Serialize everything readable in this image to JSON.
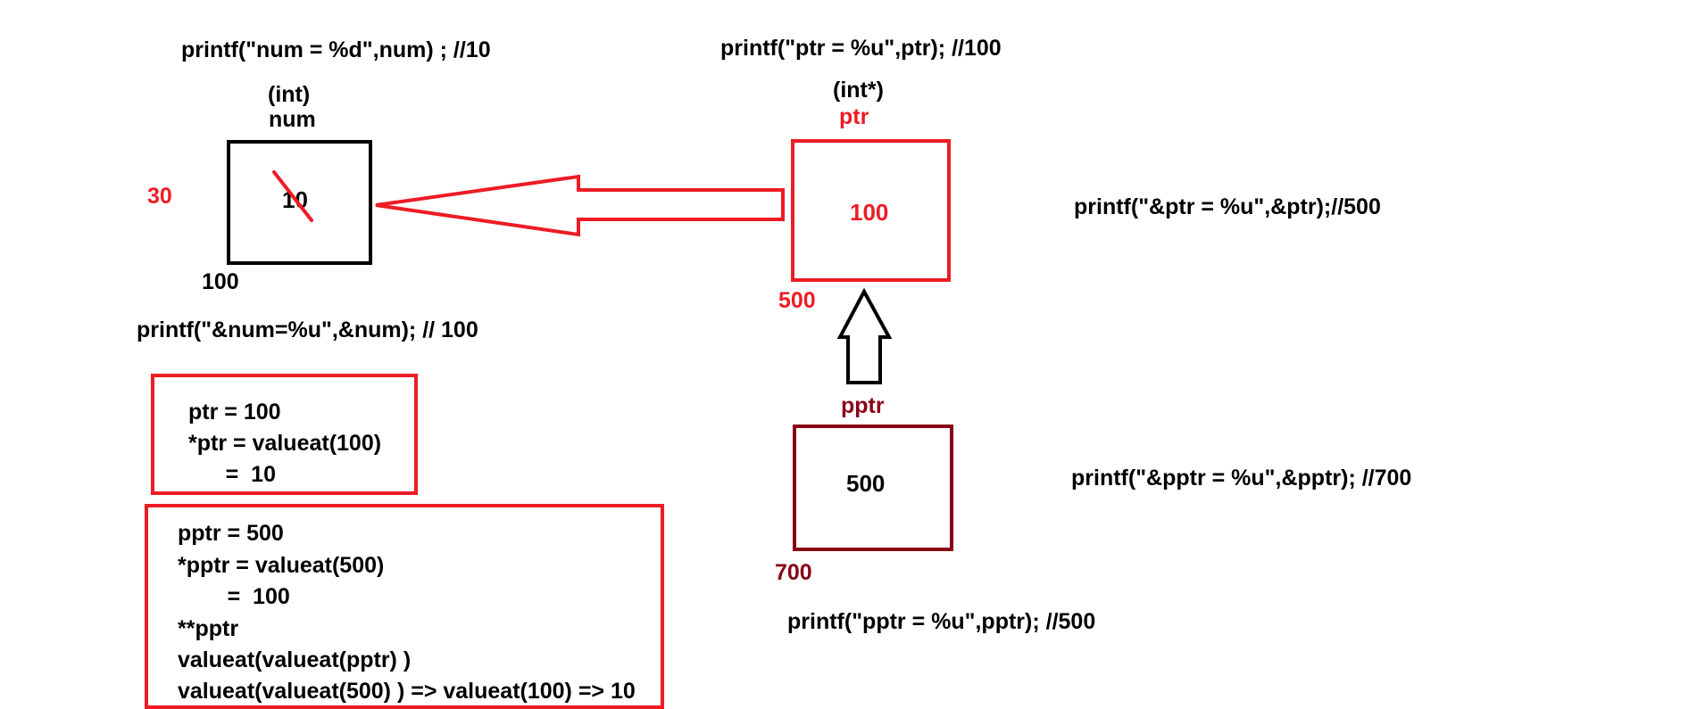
{
  "colors": {
    "black": "#000000",
    "red": "#ed1c24",
    "dark_red": "#880015"
  },
  "code_lines": {
    "printf_num": "printf(\"num = %d\",num) ; //10",
    "printf_ptr": "printf(\"ptr = %u\",ptr); //100",
    "printf_addr_num": "printf(\"&num=%u\",&num); // 100",
    "printf_addr_ptr": "printf(\"&ptr = %u\",&ptr);//500",
    "printf_addr_pptr": "printf(\"&pptr = %u\",&pptr); //700",
    "printf_pptr": "printf(\"pptr = %u\",pptr); //500"
  },
  "variables": {
    "num": {
      "type_label": "(int)",
      "name": "num",
      "old_value": "10",
      "new_value": "30",
      "address": "100"
    },
    "ptr": {
      "type_label": "(int*)",
      "name": "ptr",
      "value": "100",
      "address": "500"
    },
    "pptr": {
      "name": "pptr",
      "value": "500",
      "address": "700"
    }
  },
  "notes": {
    "ptr_box": [
      "ptr = 100",
      "*ptr = valueat(100)",
      "      =  10"
    ],
    "pptr_box": [
      "pptr = 500",
      "*pptr = valueat(500)",
      "        =  100",
      "**pptr",
      "valueat(valueat(pptr) )",
      "valueat(valueat(500) ) => valueat(100) => 10"
    ]
  },
  "icons": {
    "strike": "strikethrough-line",
    "arrow_left": "hollow-left-arrow",
    "arrow_up": "hollow-up-arrow"
  }
}
